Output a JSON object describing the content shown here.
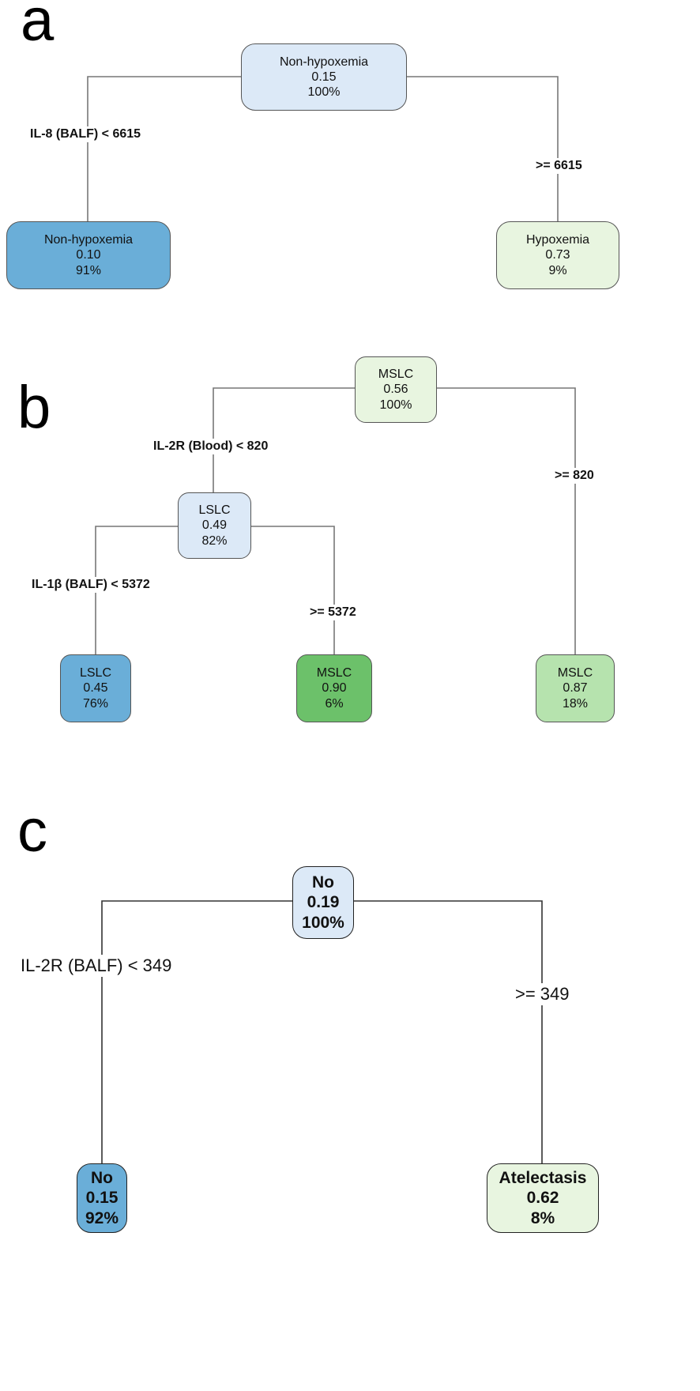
{
  "colors": {
    "root_light_blue": "#dce9f7",
    "leaf_blue": "#6aaed8",
    "leaf_light_green": "#e8f5e0",
    "leaf_green": "#6cc16a",
    "leaf_mid_green": "#b6e3ae",
    "edge": "#777777"
  },
  "panel_a": {
    "letter": "a",
    "root": {
      "class": "Non-hypoxemia",
      "prob": "0.15",
      "pct": "100%"
    },
    "left_label": "IL-8 (BALF) < 6615",
    "right_label": ">= 6615",
    "left_leaf": {
      "class": "Non-hypoxemia",
      "prob": "0.10",
      "pct": "91%"
    },
    "right_leaf": {
      "class": "Hypoxemia",
      "prob": "0.73",
      "pct": "9%"
    }
  },
  "panel_b": {
    "letter": "b",
    "root": {
      "class": "MSLC",
      "prob": "0.56",
      "pct": "100%"
    },
    "root_left_label": "IL-2R (Blood) < 820",
    "root_right_label": ">= 820",
    "mid": {
      "class": "LSLC",
      "prob": "0.49",
      "pct": "82%"
    },
    "mid_left_label": "IL-1β (BALF) < 5372",
    "mid_right_label": ">= 5372",
    "leaf1": {
      "class": "LSLC",
      "prob": "0.45",
      "pct": "76%"
    },
    "leaf2": {
      "class": "MSLC",
      "prob": "0.90",
      "pct": "6%"
    },
    "leaf3": {
      "class": "MSLC",
      "prob": "0.87",
      "pct": "18%"
    }
  },
  "panel_c": {
    "letter": "c",
    "root": {
      "class": "No",
      "prob": "0.19",
      "pct": "100%"
    },
    "left_label": "IL-2R (BALF) < 349",
    "right_label": ">= 349",
    "left_leaf": {
      "class": "No",
      "prob": "0.15",
      "pct": "92%"
    },
    "right_leaf": {
      "class": "Atelectasis",
      "prob": "0.62",
      "pct": "8%"
    }
  }
}
